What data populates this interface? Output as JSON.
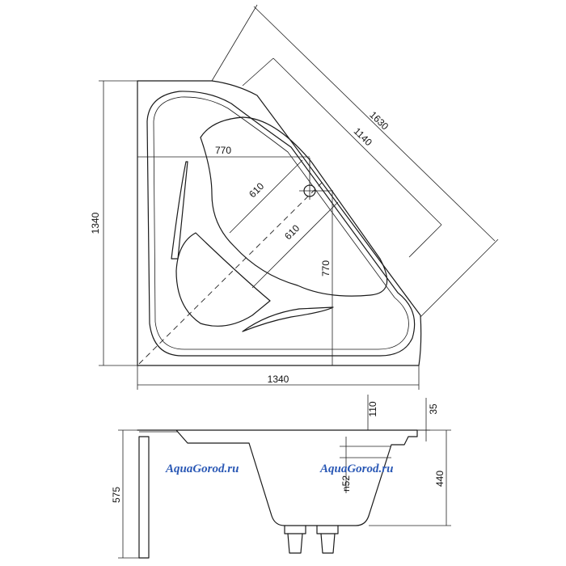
{
  "top_view": {
    "dimensions": {
      "height": "1340",
      "width": "1340",
      "diagonal": "1630",
      "inner_diagonal": "1140",
      "seat_offset_x": "770",
      "seat_offset_y": "770",
      "inner_depth_a": "610",
      "inner_depth_b": "610"
    }
  },
  "side_view": {
    "dimensions": {
      "total_height": "575",
      "inner_height": "440",
      "rim_width": "110",
      "rim_height": "35",
      "overflow_offset": "n52"
    }
  },
  "watermarks": [
    "AquaGorod.ru",
    "AquaGorod.ru"
  ],
  "colors": {
    "line": "#1a1a1a",
    "watermark": "#2a58b5",
    "background": "#ffffff"
  }
}
